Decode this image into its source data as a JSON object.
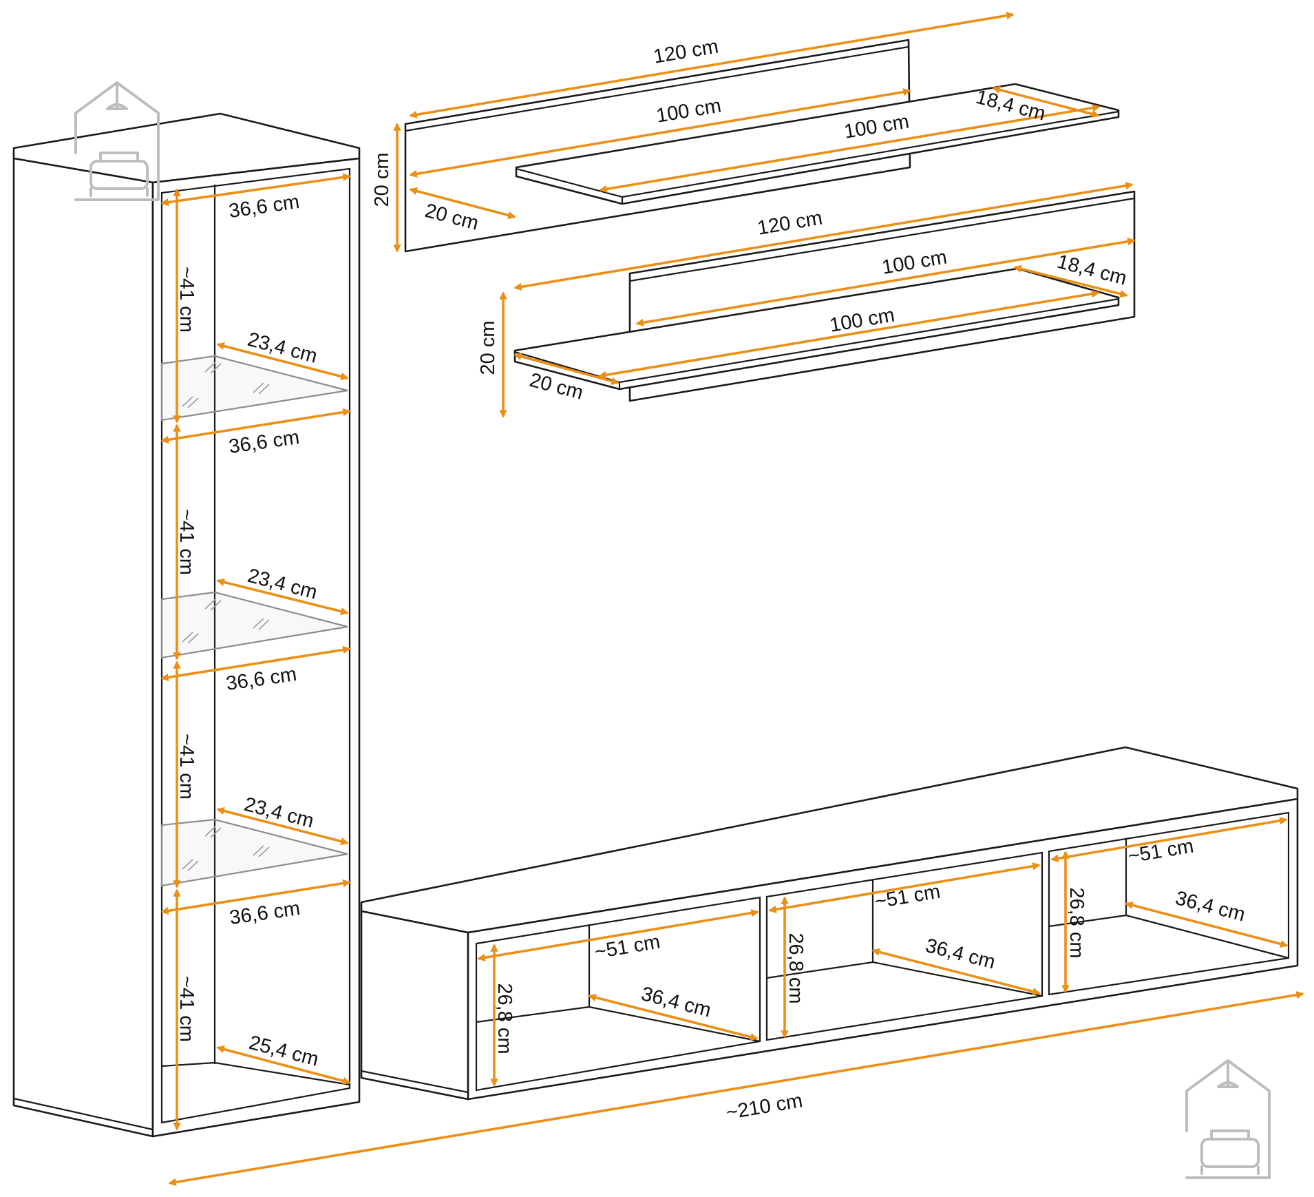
{
  "colors": {
    "dimension_lines": "#ec8f16",
    "outline": "#1a1a1a",
    "glass": "#8c8c8c",
    "logo": "#bdbdbd"
  },
  "icons": [
    "house-logo-icon"
  ],
  "labels": {
    "shelf_top_long_width": "120 cm",
    "shelf_top_back_width": "100 cm",
    "shelf_top_front_width": "100 cm",
    "shelf_top_depth_right": "18,4 cm",
    "shelf_top_height": "20 cm",
    "shelf_top_depth_left": "20 cm",
    "shelf_bottom_long_width": "120 cm",
    "shelf_bottom_back_width": "100 cm",
    "shelf_bottom_front_width": "100 cm",
    "shelf_bottom_depth_right": "18,4 cm",
    "shelf_bottom_height": "20 cm",
    "shelf_bottom_depth_left": "20 cm",
    "tower_width_1": "36,6 cm",
    "tower_width_2": "36,6 cm",
    "tower_width_3": "36,6 cm",
    "tower_width_4": "36,6 cm",
    "tower_height_1": "~41 cm",
    "tower_height_2": "~41 cm",
    "tower_height_3": "~41 cm",
    "tower_height_4": "~41 cm",
    "glass_depth_1": "23,4 cm",
    "glass_depth_2": "23,4 cm",
    "glass_depth_3": "23,4 cm",
    "tower_base_depth": "25,4 cm",
    "tv_width_1": "~51 cm",
    "tv_width_2": "~51 cm",
    "tv_width_3": "~51 cm",
    "tv_depth_1": "36,4 cm",
    "tv_depth_2": "36,4 cm",
    "tv_depth_3": "36,4 cm",
    "tv_height_1": "26,8 cm",
    "tv_height_2": "26,8 cm",
    "tv_height_3": "26,8 cm",
    "total_width": "~210 cm"
  }
}
